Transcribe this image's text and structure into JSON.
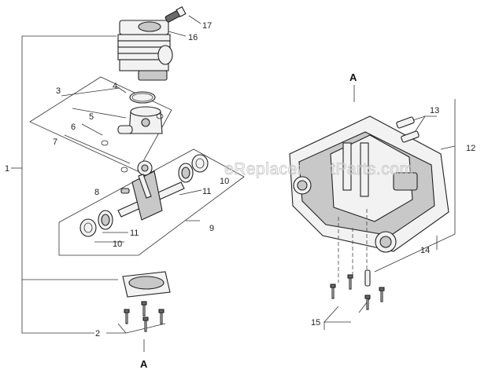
{
  "callouts": {
    "c1": "1",
    "c2": "2",
    "c3": "3",
    "c4": "4",
    "c5": "5",
    "c6": "6",
    "c7": "7",
    "c8": "8",
    "c9": "9",
    "c10a": "10",
    "c10b": "10",
    "c11a": "11",
    "c11b": "11",
    "c12": "12",
    "c13": "13",
    "c14": "14",
    "c15": "15",
    "c16": "16",
    "c17": "17"
  },
  "section_marks": {
    "top_right": "A",
    "bottom_left": "A"
  },
  "watermark": "eReplacementParts.com"
}
